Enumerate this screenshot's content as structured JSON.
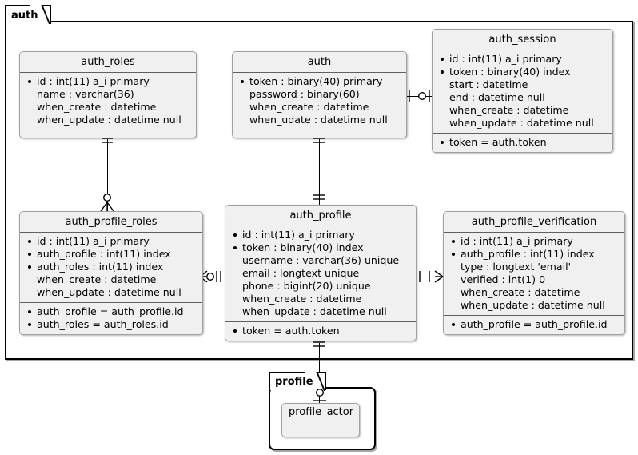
{
  "diagram": {
    "type": "entity-relationship",
    "packages": [
      {
        "id": "auth",
        "label": "auth"
      },
      {
        "id": "profile",
        "label": "profile"
      }
    ]
  },
  "entities": {
    "auth_roles": {
      "title": "auth_roles",
      "rows": [
        {
          "text": "id : int(11) a_i primary",
          "key": true
        },
        {
          "text": "name : varchar(36)",
          "key": false
        },
        {
          "text": "when_create : datetime",
          "key": false
        },
        {
          "text": "when_update : datetime null",
          "key": false
        }
      ],
      "footer": []
    },
    "auth": {
      "title": "auth",
      "rows": [
        {
          "text": "token : binary(40) primary",
          "key": true
        },
        {
          "text": "password : binary(60)",
          "key": false
        },
        {
          "text": "when_create : datetime",
          "key": false
        },
        {
          "text": "when_udate : datetime null",
          "key": false
        }
      ],
      "footer": []
    },
    "auth_session": {
      "title": "auth_session",
      "rows": [
        {
          "text": "id : int(11) a_i primary",
          "key": true
        },
        {
          "text": "token : binary(40) index",
          "key": true
        },
        {
          "text": "start : datetime",
          "key": false
        },
        {
          "text": "end : datetime null",
          "key": false
        },
        {
          "text": "when_create : datetime",
          "key": false
        },
        {
          "text": "when_update : datetime null",
          "key": false
        }
      ],
      "footer": [
        {
          "text": "token = auth.token",
          "key": true
        }
      ]
    },
    "auth_profile_roles": {
      "title": "auth_profile_roles",
      "rows": [
        {
          "text": "id : int(11) a_i primary",
          "key": true
        },
        {
          "text": "auth_profile : int(11) index",
          "key": true
        },
        {
          "text": "auth_roles : int(11) index",
          "key": true
        },
        {
          "text": "when_create : datetime",
          "key": false
        },
        {
          "text": "when_update : datetime null",
          "key": false
        }
      ],
      "footer": [
        {
          "text": "auth_profile = auth_profile.id",
          "key": true
        },
        {
          "text": "auth_roles = auth_roles.id",
          "key": true
        }
      ]
    },
    "auth_profile": {
      "title": "auth_profile",
      "rows": [
        {
          "text": "id : int(11) a_i primary",
          "key": true
        },
        {
          "text": "token : binary(40) index",
          "key": true
        },
        {
          "text": "username : varchar(36) unique",
          "key": false
        },
        {
          "text": "email : longtext unique",
          "key": false
        },
        {
          "text": "phone : bigint(20) unique",
          "key": false
        },
        {
          "text": "when_create : datetime",
          "key": false
        },
        {
          "text": "when_update : datetime null",
          "key": false
        }
      ],
      "footer": [
        {
          "text": "token = auth.token",
          "key": true
        }
      ]
    },
    "auth_profile_verification": {
      "title": "auth_profile_verification",
      "rows": [
        {
          "text": "id : int(11) a_i primary",
          "key": true
        },
        {
          "text": "auth_profile : int(11) index",
          "key": true
        },
        {
          "text": "type : longtext 'email'",
          "key": false
        },
        {
          "text": "verified : int(1) 0",
          "key": false
        },
        {
          "text": "when_create : datetime",
          "key": false
        },
        {
          "text": "when_update : datetime null",
          "key": false
        }
      ],
      "footer": [
        {
          "text": "auth_profile = auth_profile.id",
          "key": true
        }
      ]
    },
    "profile_actor": {
      "title": "profile_actor",
      "rows": [],
      "footer": []
    }
  },
  "relationships": [
    {
      "from": "auth",
      "to": "auth_session",
      "left": "one",
      "right": "zero-or-one",
      "notation": "||--o|"
    },
    {
      "from": "auth_roles",
      "to": "auth_profile_roles",
      "left": "one",
      "right": "zero-or-many",
      "notation": "||--o<"
    },
    {
      "from": "auth",
      "to": "auth_profile",
      "left": "one",
      "right": "one",
      "notation": "||--||"
    },
    {
      "from": "auth_profile_roles",
      "to": "auth_profile",
      "left": "zero-or-many",
      "right": "one",
      "notation": ">o--||"
    },
    {
      "from": "auth_profile",
      "to": "auth_profile_verification",
      "left": "one",
      "right": "one-or-many",
      "notation": "||--|<"
    },
    {
      "from": "auth_profile",
      "to": "profile_actor",
      "left": "one",
      "right": "zero-or-one",
      "notation": "||--o|"
    }
  ],
  "colors": {
    "entity_fill": "#f0f0f0",
    "entity_border": "#a0a0a0",
    "line": "#000000",
    "background": "#ffffff"
  }
}
